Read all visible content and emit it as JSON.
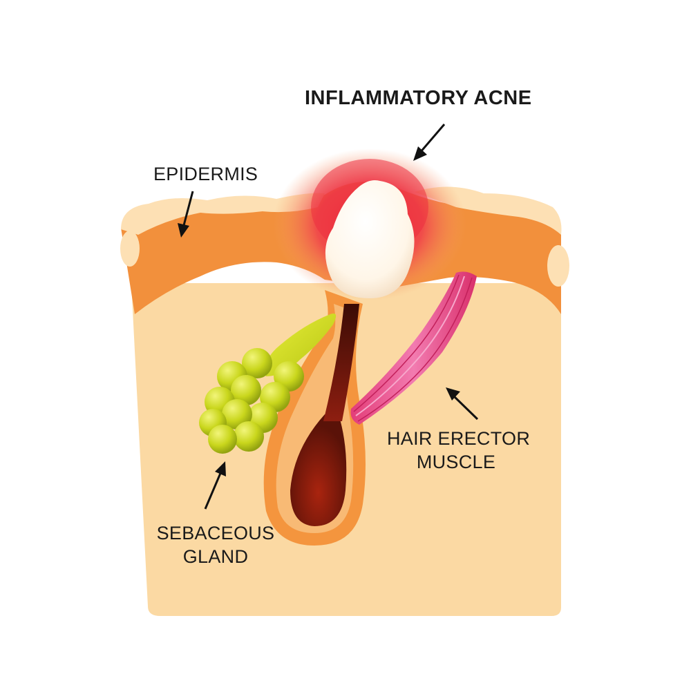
{
  "title": "INFLAMMATORY ACNE",
  "labels": {
    "epidermis": "EPIDERMIS",
    "hair_erector_line1": "HAIR ERECTOR",
    "hair_erector_line2": "MUSCLE",
    "sebaceous_line1": "SEBACEOUS",
    "sebaceous_line2": "GLAND"
  },
  "colors": {
    "background": "#ffffff",
    "dermis": "#fbd9a3",
    "epidermis": "#f2903c",
    "skin_surface": "#fde0b4",
    "inflammation": "#ef3d4a",
    "pus": "#fffaf0",
    "follicle": "#f4953e",
    "hair_bulb": "#8e1e10",
    "sebaceous_gland": "#c8d81a",
    "muscle": "#e8508a",
    "arrow": "#111111"
  }
}
